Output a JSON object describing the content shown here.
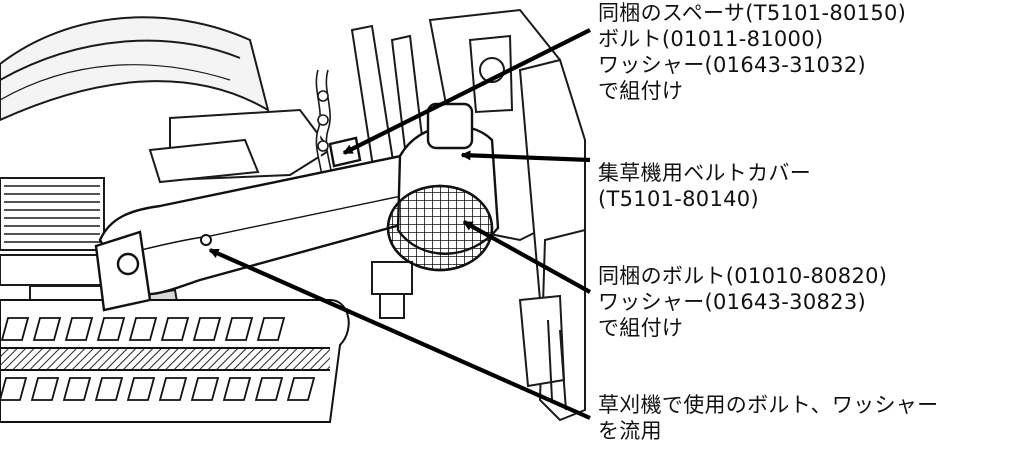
{
  "callouts": {
    "spacer": [
      "同梱のスペーサ(T5101-80150)",
      "ボルト(01011-81000)",
      "ワッシャー(01643-31032)",
      "で組付け"
    ],
    "cover": [
      "集草機用ベルトカバー",
      "(T5101-80140)"
    ],
    "bolt": [
      "同梱のボルト(01010-80820)",
      "ワッシャー(01643-30823)",
      "で組付け"
    ],
    "reuse": [
      "草刈機で使用のボルト、ワッシャー",
      "を流用"
    ]
  },
  "colors": {
    "ink": "#111111",
    "line": "#1a1a1a",
    "fill": "#ffffff",
    "shade": "#d8d8d8"
  }
}
